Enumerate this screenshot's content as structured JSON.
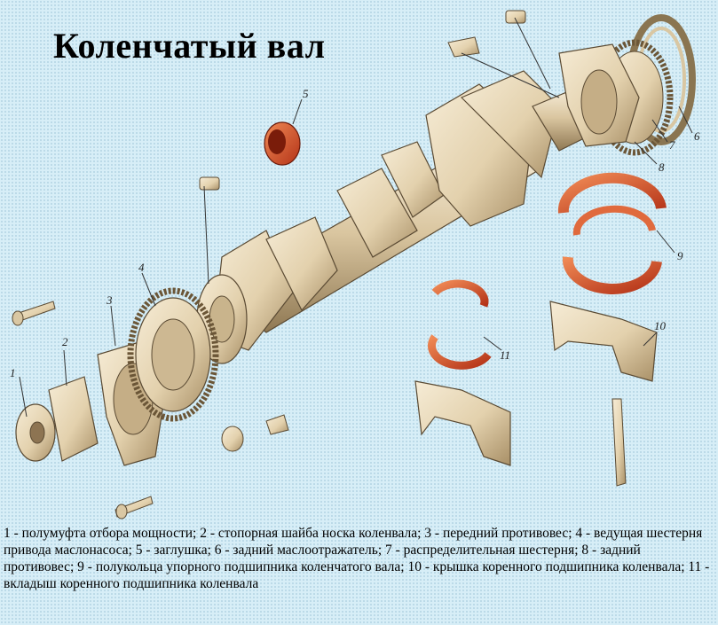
{
  "title": "Коленчатый вал",
  "labels": {
    "l1": "1",
    "l2": "2",
    "l3": "3",
    "l4": "4",
    "l5": "5",
    "l6": "6",
    "l7": "7",
    "l8": "8",
    "l9": "9",
    "l10": "10",
    "l11": "11"
  },
  "caption": "1 - полумуфта отбора мощности; 2 - стопорная шайба носка коленвала; 3 - передний противовес; 4 - ведущая шестерня привода маслонасоса; 5 - заглушка; 6 - задний маслоотражатель; 7 - распределительная шестерня; 8 - задний противовес; 9 - полукольца упорного подшипника коленчатого вала; 10 - крышка коренного подшипника коленвала; 11 - вкладыш коренного подшипника коленвала",
  "colors": {
    "background": "#d7eef7",
    "metal": "#e9dcc0",
    "metal_shade": "#b8a37c",
    "bearing": "#d9572f"
  }
}
